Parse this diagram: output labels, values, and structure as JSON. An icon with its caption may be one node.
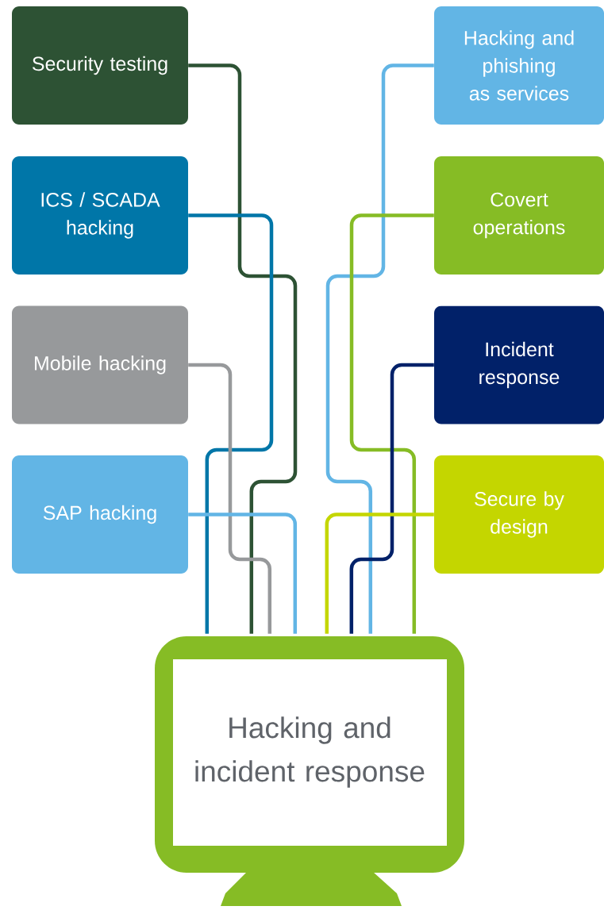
{
  "diagram": {
    "nodes": [
      {
        "text": [
          "Security testing"
        ]
      },
      {
        "text": [
          "ICS / SCADA hacking"
        ]
      },
      {
        "text": [
          "Mobile hacking"
        ]
      },
      {
        "text": [
          "SAP hacking"
        ]
      },
      {
        "text": [
          "Hacking and phishing as services"
        ]
      },
      {
        "text": [
          "Covert operations"
        ]
      },
      {
        "text": [
          "Incident response"
        ]
      },
      {
        "text": [
          "Secure by design"
        ]
      },
      {
        "text": [
          "Hacking and incident response"
        ]
      }
    ],
    "edges": [
      {
        "from": 0,
        "to": 8,
        "arrow": "none",
        "color": "#2d5234"
      },
      {
        "from": 1,
        "to": 8,
        "arrow": "none",
        "color": "#0076a8"
      },
      {
        "from": 2,
        "to": 8,
        "arrow": "none",
        "color": "#97999b"
      },
      {
        "from": 3,
        "to": 8,
        "arrow": "none",
        "color": "#62b5e5"
      },
      {
        "from": 4,
        "to": 8,
        "arrow": "none",
        "color": "#62b5e5"
      },
      {
        "from": 5,
        "to": 8,
        "arrow": "none",
        "color": "#86bc25"
      },
      {
        "from": 6,
        "to": 8,
        "arrow": "none",
        "color": "#012169"
      },
      {
        "from": 7,
        "to": 8,
        "arrow": "none",
        "color": "#c4d600"
      }
    ]
  }
}
